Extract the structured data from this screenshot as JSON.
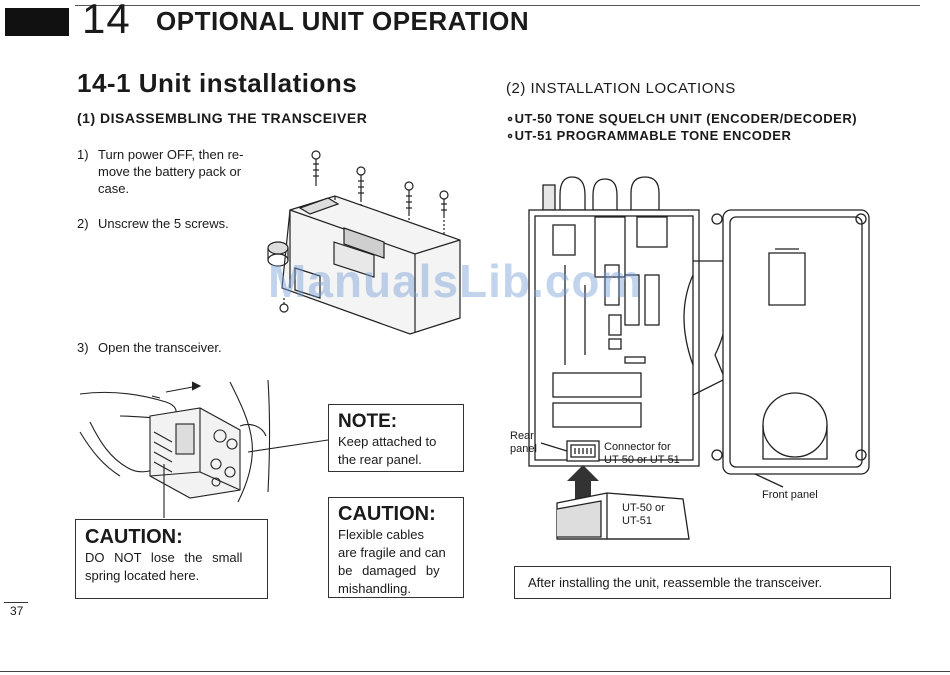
{
  "header": {
    "chapter_number": "14",
    "chapter_title": "OPTIONAL UNIT OPERATION"
  },
  "section": {
    "title": "14-1 Unit installations"
  },
  "left": {
    "subtitle": "(1) DISASSEMBLING THE TRANSCEIVER",
    "steps": [
      {
        "num": "1)",
        "lines": [
          "Turn power OFF, then re-",
          "move the battery pack or",
          "case."
        ]
      },
      {
        "num": "2)",
        "lines": [
          "Unscrew the 5 screws."
        ]
      },
      {
        "num": "3)",
        "lines": [
          "Open the transceiver."
        ]
      }
    ],
    "note": {
      "title": "NOTE:",
      "lines": [
        "Keep attached to",
        "the rear panel."
      ]
    },
    "caution_spring": {
      "title": "CAUTION:",
      "lines": [
        "DO NOT lose the small",
        "spring located here."
      ]
    },
    "caution_cables": {
      "title": "CAUTION:",
      "lines": [
        "Flexible cables",
        "are fragile and can",
        "be damaged by",
        "mishandling."
      ]
    }
  },
  "right": {
    "subtitle": "(2) INSTALLATION LOCATIONS",
    "units": [
      "∘UT-50 TONE SQUELCH UNIT (ENCODER/DECODER)",
      "∘UT-51 PROGRAMMABLE TONE ENCODER"
    ],
    "labels": {
      "rear_panel_1": "Rear",
      "rear_panel_2": "panel",
      "connector_1": "Connector for",
      "connector_2": "UT-50 or UT-51",
      "unit_1": "UT-50 or",
      "unit_2": "UT-51",
      "front_panel": "Front panel"
    },
    "footer_note": "After installing the unit, reassemble the transceiver."
  },
  "watermark": "ManualsLib.com",
  "page_number": "37"
}
